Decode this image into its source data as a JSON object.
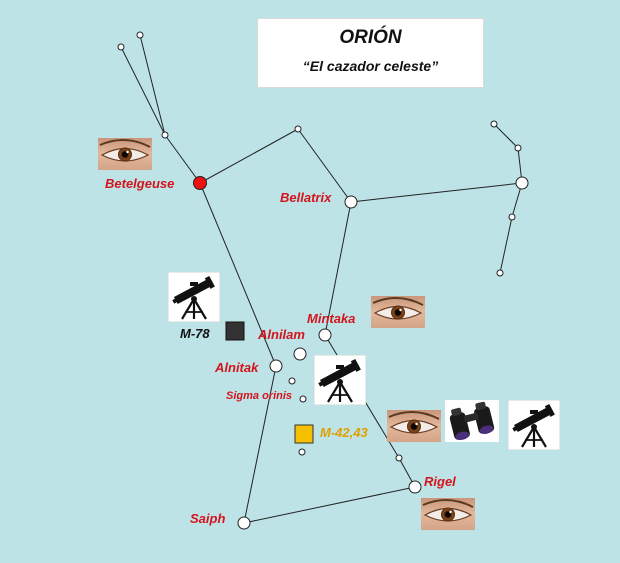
{
  "title": {
    "main": "ORIÓN",
    "subtitle": "“El cazador celeste”"
  },
  "stars": {
    "betelgeuse": "Betelgeuse",
    "bellatrix": "Bellatrix",
    "mintaka": "Mintaka",
    "alnilam": "Alnilam",
    "alnitak": "Alnitak",
    "sigma_orionis": "Sigma orinis",
    "rigel": "Rigel",
    "saiph": "Saiph"
  },
  "objects": {
    "m78": "M-78",
    "m42": "M-42,43"
  },
  "icons": {
    "naked_eye": "eye-icon",
    "telescope": "telescope-icon",
    "binoculars": "binoculars-icon"
  },
  "colors": {
    "background": "#bde3e6",
    "betelgeuse": "#ee1111",
    "m78_marker": "#333333",
    "m42_marker": "#f5c000",
    "star_labels": "#d4141c"
  }
}
